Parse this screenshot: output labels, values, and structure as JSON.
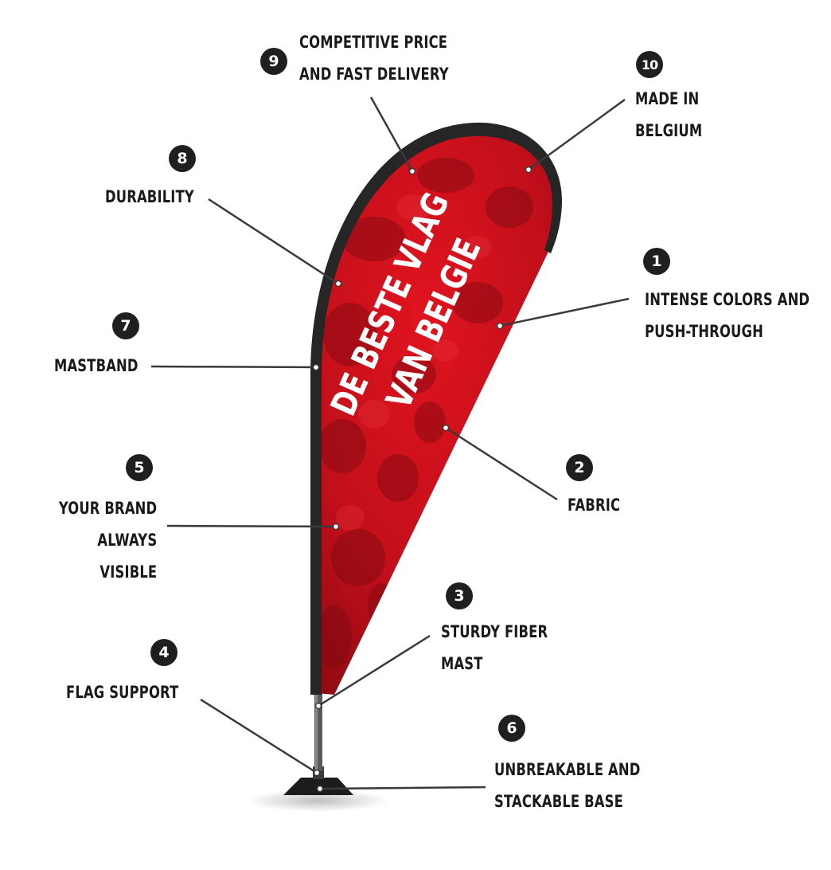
{
  "flag_text": {
    "line1": "DE BESTE VLAG",
    "line2": "VAN BELGIE"
  },
  "callouts": [
    {
      "number": "1",
      "lines": [
        "INTENSE COLORS AND",
        "PUSH-THROUGH"
      ]
    },
    {
      "number": "2",
      "lines": [
        "FABRIC"
      ]
    },
    {
      "number": "3",
      "lines": [
        "STURDY FIBER",
        "MAST"
      ]
    },
    {
      "number": "4",
      "lines": [
        "FLAG SUPPORT"
      ]
    },
    {
      "number": "5",
      "lines": [
        "YOUR BRAND",
        "ALWAYS",
        "VISIBLE"
      ]
    },
    {
      "number": "6",
      "lines": [
        "UNBREAKABLE AND",
        "STACKABLE BASE"
      ]
    },
    {
      "number": "7",
      "lines": [
        "MASTBAND"
      ]
    },
    {
      "number": "8",
      "lines": [
        "DURABILITY"
      ]
    },
    {
      "number": "9",
      "lines": [
        "COMPETITIVE PRICE",
        "AND FAST DELIVERY"
      ]
    },
    {
      "number": "10",
      "lines": [
        "MADE IN",
        "BELGIUM"
      ]
    }
  ],
  "colors": {
    "flag_red": "#c8101e",
    "flag_dark_red": "#7a0a10",
    "mastband": "#262626",
    "badge": "#1f1f1f",
    "leader_line": "#3a3a3a"
  }
}
